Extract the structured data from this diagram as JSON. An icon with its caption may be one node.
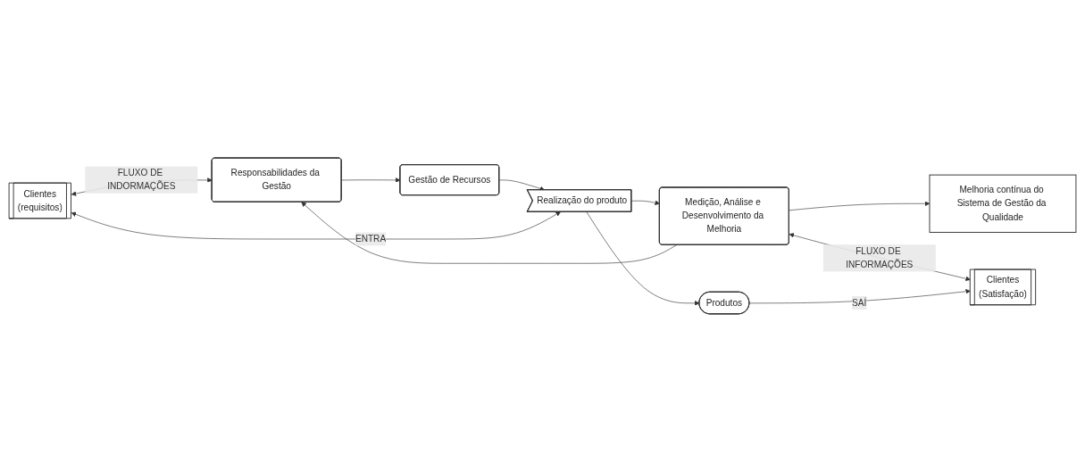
{
  "diagram": {
    "nodes": [
      {
        "text": [
          "Clientes",
          "(requisitos)"
        ]
      },
      {
        "text": [
          "Melhoria contínua do Sistema de Gestão da Qualidade"
        ]
      },
      {
        "text": [
          "Responsabilidades da Gestão"
        ]
      },
      {
        "text": [
          "Gestão de Recursos"
        ]
      },
      {
        "text": [
          "Medição, Análise e Desenvolvimento da Melhoria"
        ]
      },
      {
        "text": [
          "Realização do produto"
        ]
      },
      {
        "text": [
          "Produtos"
        ]
      },
      {
        "text": [
          "Clientes",
          "(Satisfação)"
        ]
      }
    ],
    "edges": [
      {
        "from": 0,
        "to": 2,
        "arrow": "both",
        "label": "FLUXO DE INDORMAÇÕES"
      },
      {
        "from": 2,
        "to": 3,
        "arrow": "to"
      },
      {
        "from": 3,
        "to": 5,
        "arrow": "to"
      },
      {
        "from": 0,
        "to": 5,
        "arrow": "both",
        "label": "ENTRA"
      },
      {
        "from": 5,
        "to": 4,
        "arrow": "to"
      },
      {
        "from": 5,
        "to": 6,
        "arrow": "to"
      },
      {
        "from": 4,
        "to": 2,
        "arrow": "to"
      },
      {
        "from": 4,
        "to": 1,
        "arrow": "to"
      },
      {
        "from": 4,
        "to": 7,
        "arrow": "both",
        "label": "FLUXO DE INFORMAÇÕES"
      },
      {
        "from": 6,
        "to": 7,
        "arrow": "to",
        "label": "SAÍ"
      }
    ]
  }
}
